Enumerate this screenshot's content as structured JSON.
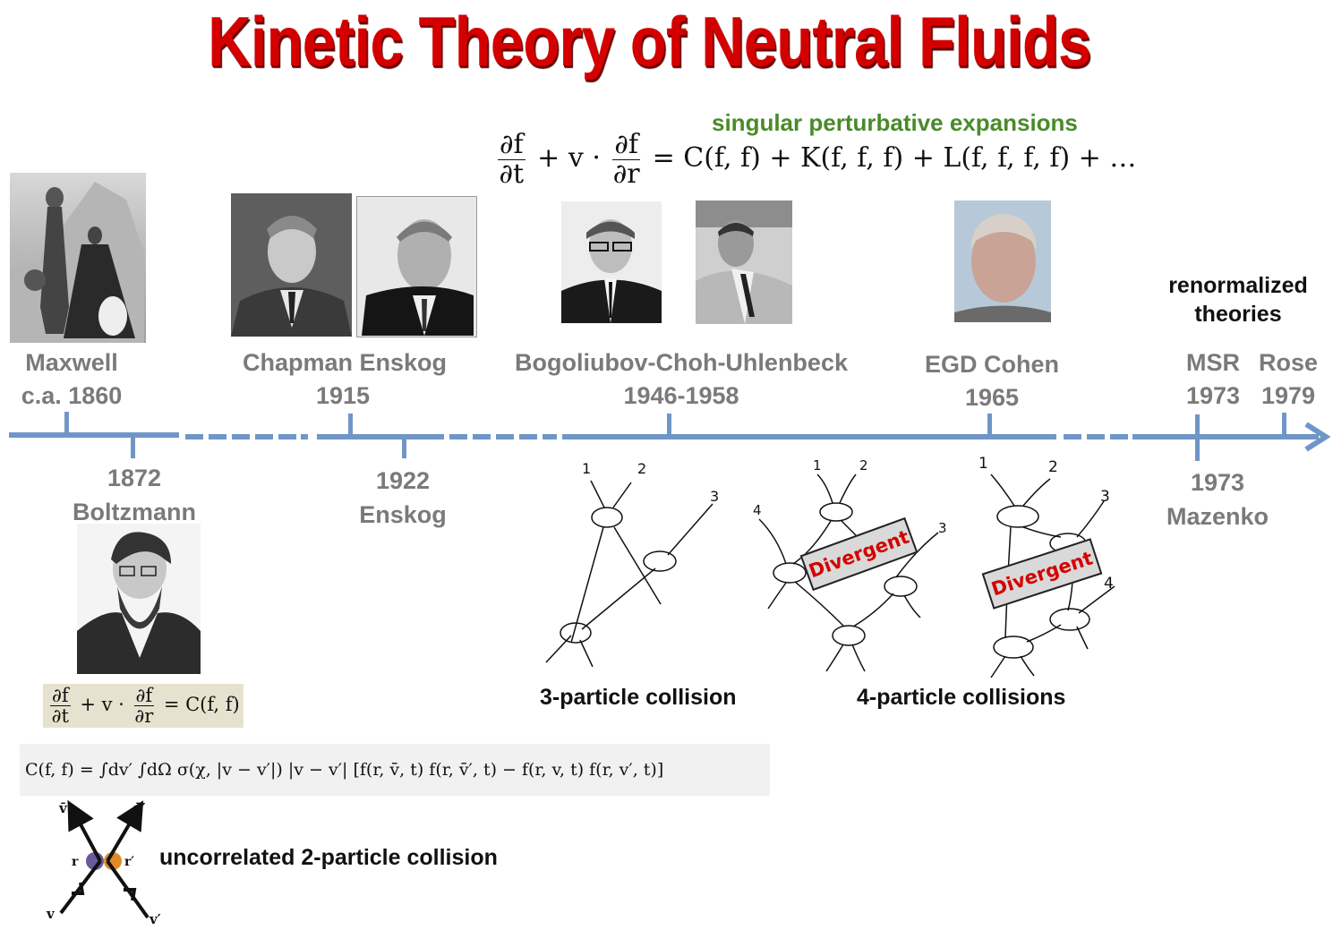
{
  "title": "Kinetic Theory of Neutral Fluids",
  "header_note": "singular perturbative expansions",
  "master_equation": {
    "lhs_num1": "∂f",
    "lhs_den1": "∂t",
    "plus_v": "+ v ·",
    "lhs_num2": "∂f",
    "lhs_den2": "∂r",
    "rhs": "= C(f, f) + K(f, f, f) + L(f, f, f, f) + …"
  },
  "renormalized_label": [
    "renormalized",
    "theories"
  ],
  "timeline": {
    "color": "#7096c8",
    "above": [
      {
        "name": "Maxwell",
        "year": "c.a. 1860"
      },
      {
        "name": "Chapman Enskog",
        "year": "1915"
      },
      {
        "name": "Bogoliubov-Choh-Uhlenbeck",
        "year": "1946-1958"
      },
      {
        "name": "EGD Cohen",
        "year": "1965"
      },
      {
        "name": "MSR",
        "year": "1973"
      },
      {
        "name": "Rose",
        "year": "1979"
      }
    ],
    "below": [
      {
        "year": "1872",
        "name": "Boltzmann"
      },
      {
        "year": "1922",
        "name": "Enskog"
      },
      {
        "year": "1973",
        "name": "Mazenko"
      }
    ]
  },
  "photos": {
    "maxwell": "Maxwell photo",
    "chapman": "Chapman photo",
    "enskog": "Enskog photo",
    "bogoliubov": "Bogoliubov photo",
    "uhlenbeck": "Uhlenbeck photo",
    "cohen": "EGD Cohen photo",
    "boltzmann": "Boltzmann photo"
  },
  "boltzmann_equation": {
    "num1": "∂f",
    "den1": "∂t",
    "mid": "+ v ·",
    "num2": "∂f",
    "den2": "∂r",
    "rhs": "= C(f, f)"
  },
  "collision_integral": "C(f, f) = ∫dv′ ∫dΩ σ(χ, |v − v′|) |v − v′| [f(r, v̄, t) f(r, v̄′, t) − f(r, v, t) f(r, v′, t)]",
  "two_particle": {
    "label": "uncorrelated 2-particle collision",
    "v_bar": "v̄",
    "v_bar_prime": "v̄′",
    "r": "r",
    "r_prime": "r′",
    "v": "v",
    "v_prime": "v′",
    "color_left": "#6a5a9a",
    "color_right": "#e08a2a"
  },
  "diagrams": {
    "three_particle_label": "3-particle collision",
    "four_particle_label": "4-particle collisions",
    "divergent_label": "Divergent",
    "labels_3p": [
      "1",
      "2",
      "3"
    ],
    "labels_4p_a": [
      "1",
      "2",
      "3",
      "4"
    ],
    "labels_4p_b": [
      "1",
      "2",
      "3",
      "4"
    ]
  },
  "colors": {
    "title": "#d40000",
    "green": "#4a8a2a",
    "gray_text": "#7a7a7a"
  }
}
